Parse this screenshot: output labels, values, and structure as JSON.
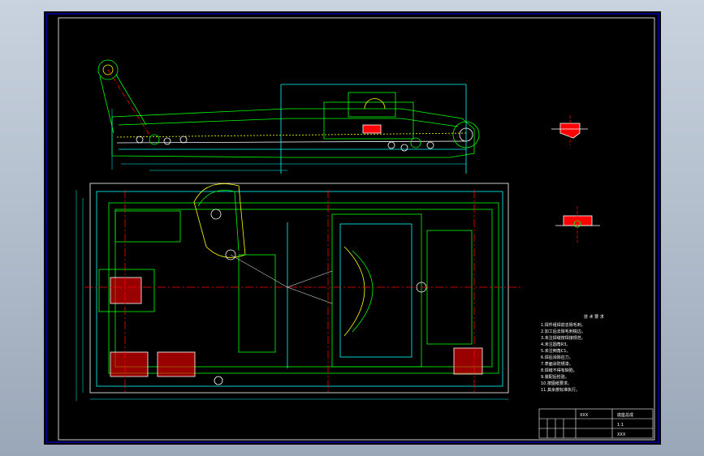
{
  "notes": {
    "heading": "技 术 要 求",
    "items": [
      "1.焊件组焊前去除毛刺。",
      "2.加工后去除毛刺锐边。",
      "3.未注焊缝按焊接规范。",
      "4.未注圆角R3。",
      "5.未注倒角C1。",
      "6.焊后消除应力。",
      "7.表面涂防锈漆。",
      "8.焊缝不得有缺陷。",
      "9.装配后检验。",
      "10.按图纸要求。",
      "11.其余按标准执行。"
    ]
  },
  "title_block": {
    "drawing_code": "XXX",
    "name": "底座总成",
    "scale": "1:1",
    "sheet": "XXX"
  },
  "colors": {
    "frame": "#0000ff",
    "primary": "#00ff00",
    "secondary": "#00ffff",
    "tertiary": "#ffffff",
    "centerline": "#ff0000",
    "accent": "#ffff00",
    "section": "#ff00ff"
  }
}
